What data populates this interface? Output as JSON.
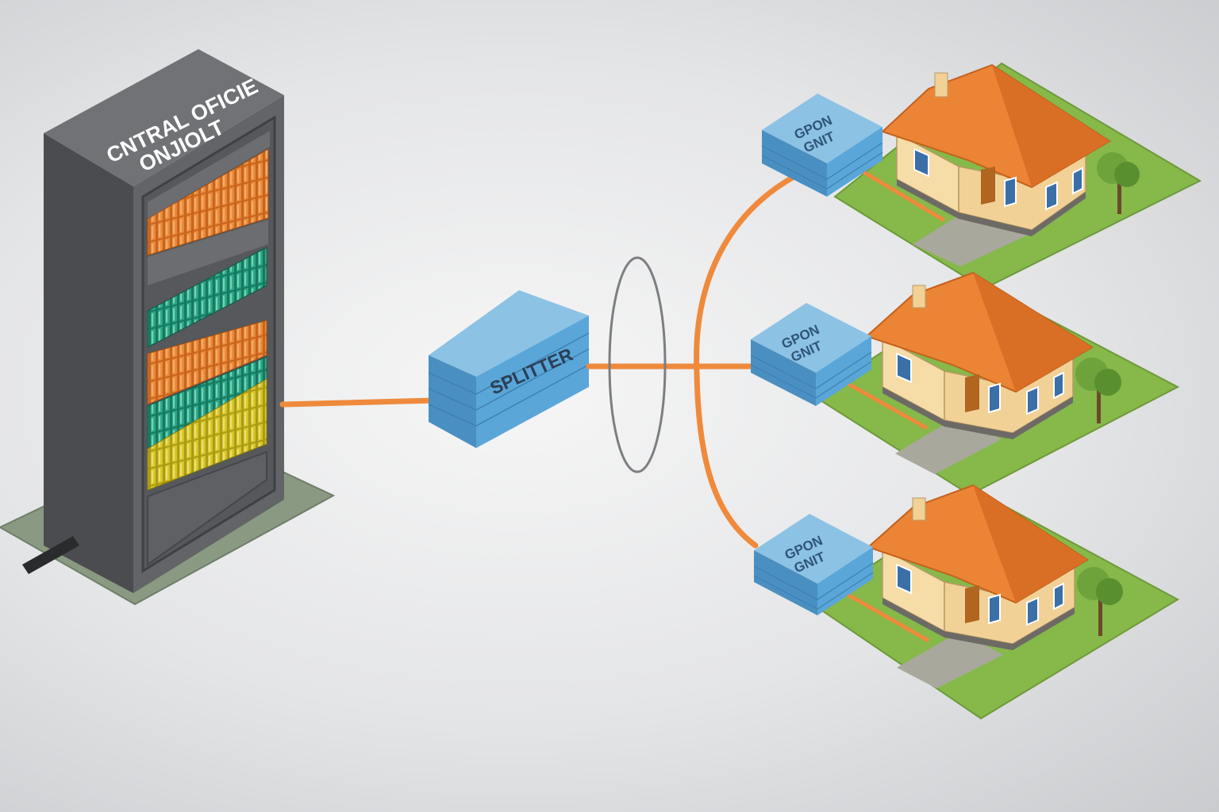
{
  "olt": {
    "label_line1": "CNTRAL OFICIE",
    "label_line2": "ONJIOLT"
  },
  "splitter": {
    "label": "SPLITTER"
  },
  "onts": [
    {
      "line1": "GPON",
      "line2": "GNIT"
    },
    {
      "line1": "GPON",
      "line2": "GNIT"
    },
    {
      "line1": "GPON",
      "line2": "GNIT"
    }
  ],
  "colors": {
    "fiber": "#ef8a3c",
    "box_blue": "#5aa6d8",
    "rack_gray": "#5f6164",
    "roof": "#ec8436",
    "lawn": "#86b84a",
    "wall": "#f6dca6"
  }
}
